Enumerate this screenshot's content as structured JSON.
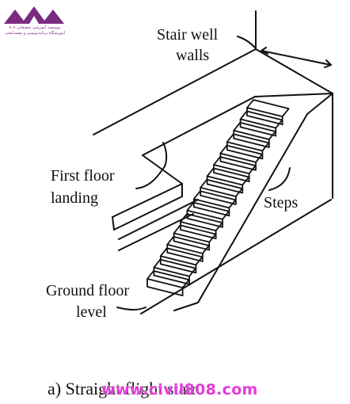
{
  "logo": {
    "line1": "موسسه آموزشی تحقیقاتی ۸۰۸",
    "line2": "آموزشگاه برنامه‌نویسی و نقشه‌کشی",
    "color": "#7a2a80"
  },
  "labels": {
    "stair_well_walls_line1": "Stair well",
    "stair_well_walls_line2": "walls",
    "first_floor_landing_line1": "First floor",
    "first_floor_landing_line2": "landing",
    "steps": "Steps",
    "ground_floor_level_line1": "Ground floor",
    "ground_floor_level_line2": "level"
  },
  "caption": "a) Straight flight stair",
  "watermark": {
    "text": "www.civil808.com",
    "color": "#e23bd8"
  },
  "steps": {
    "count": 16
  }
}
